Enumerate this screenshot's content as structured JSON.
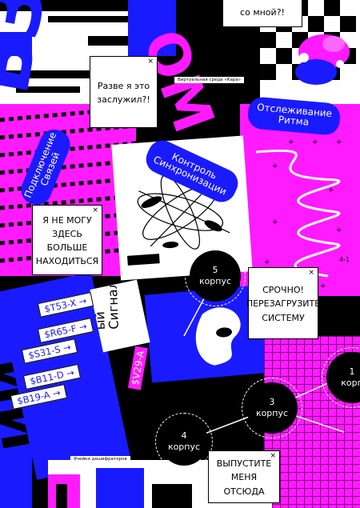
{
  "dialogs": {
    "top_right": {
      "text": "со мной?!"
    },
    "zasluzhil": {
      "text": "Разве я это заслужил?!"
    },
    "ne_mogu": {
      "text": "Я НЕ МОГУ ЗДЕСЬ БОЛЬШЕ НАХОДИТЬСЯ"
    },
    "srochno": {
      "text": "СРОЧНО! ПЕРЕЗАГРУЗИТЕ СИСТЕМУ"
    },
    "vypustite": {
      "text": "ВЫПУСТИТЕ МЕНЯ ОТСЮДА"
    }
  },
  "close_glyph": "×",
  "labels": {
    "virtual_env": "Виртуальная среда «Кара»",
    "cell_indicator": "Ячейки дешифраторов",
    "num_top": "4-1"
  },
  "pills": {
    "tracking": "Отслеживание\nРитма",
    "connection": "Подключение\nСвязей",
    "sync": "Контроль\nСинхронизации"
  },
  "big_letters": {
    "top_left": "ВЗЛ",
    "magenta_om": "ОМ",
    "bottom_left": "ИИ"
  },
  "signal_text": "ый\nСигнал",
  "tags": [
    "$T53-X",
    "$R65-F",
    "$S31-S",
    "$B11-D",
    "$B19-A"
  ],
  "arrow_glyph": "→",
  "magenta_tag": "$V29-A",
  "nodes": [
    {
      "id": "k5",
      "text": "5\nкорпус"
    },
    {
      "id": "k3",
      "text": "3\nкорпус"
    },
    {
      "id": "k4",
      "text": "4\nкорпус"
    },
    {
      "id": "k1",
      "text": "1\nкорп"
    }
  ],
  "colors": {
    "blue": "#1a1aff",
    "magenta": "#ff1aff",
    "black": "#000000",
    "white": "#ffffff"
  }
}
